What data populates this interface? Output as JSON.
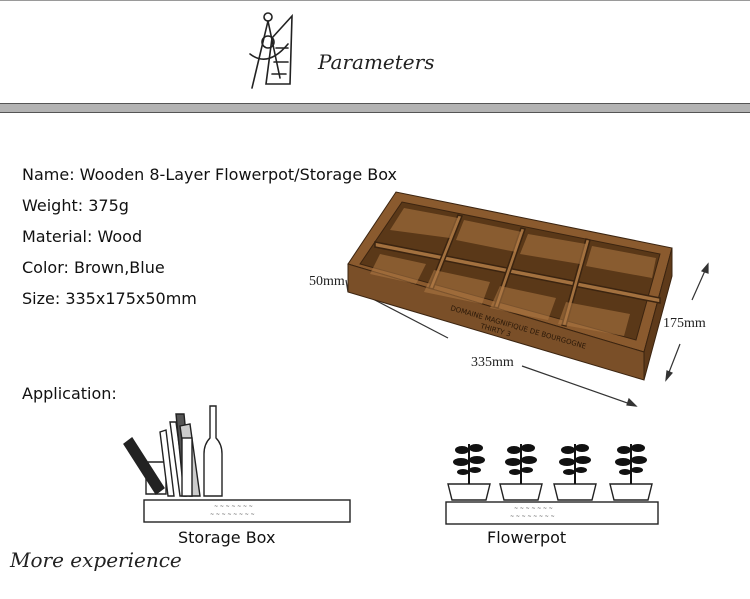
{
  "header": {
    "title": "Parameters",
    "logo_icon": "drafting-compass-ruler-icon",
    "band_color": "#b3b3b3",
    "band_line_color": "#555555"
  },
  "specs": [
    "Name: Wooden 8-Layer Flowerpot/Storage Box",
    "Weight: 375g",
    "Material: Wood",
    "Color: Brown,Blue",
    "Size: 335x175x50mm"
  ],
  "product": {
    "dim_height": "50mm",
    "dim_length": "335mm",
    "dim_width": "175mm",
    "wood_color": "#7a4f28",
    "wood_dark": "#4e2f14",
    "wood_light": "#9b6a3c"
  },
  "application": {
    "label": "Application:",
    "items": [
      {
        "caption": "Storage Box",
        "icon": "storage-box-icon"
      },
      {
        "caption": "Flowerpot",
        "icon": "flowerpot-icon"
      }
    ]
  },
  "footer": {
    "more": "More experience"
  }
}
